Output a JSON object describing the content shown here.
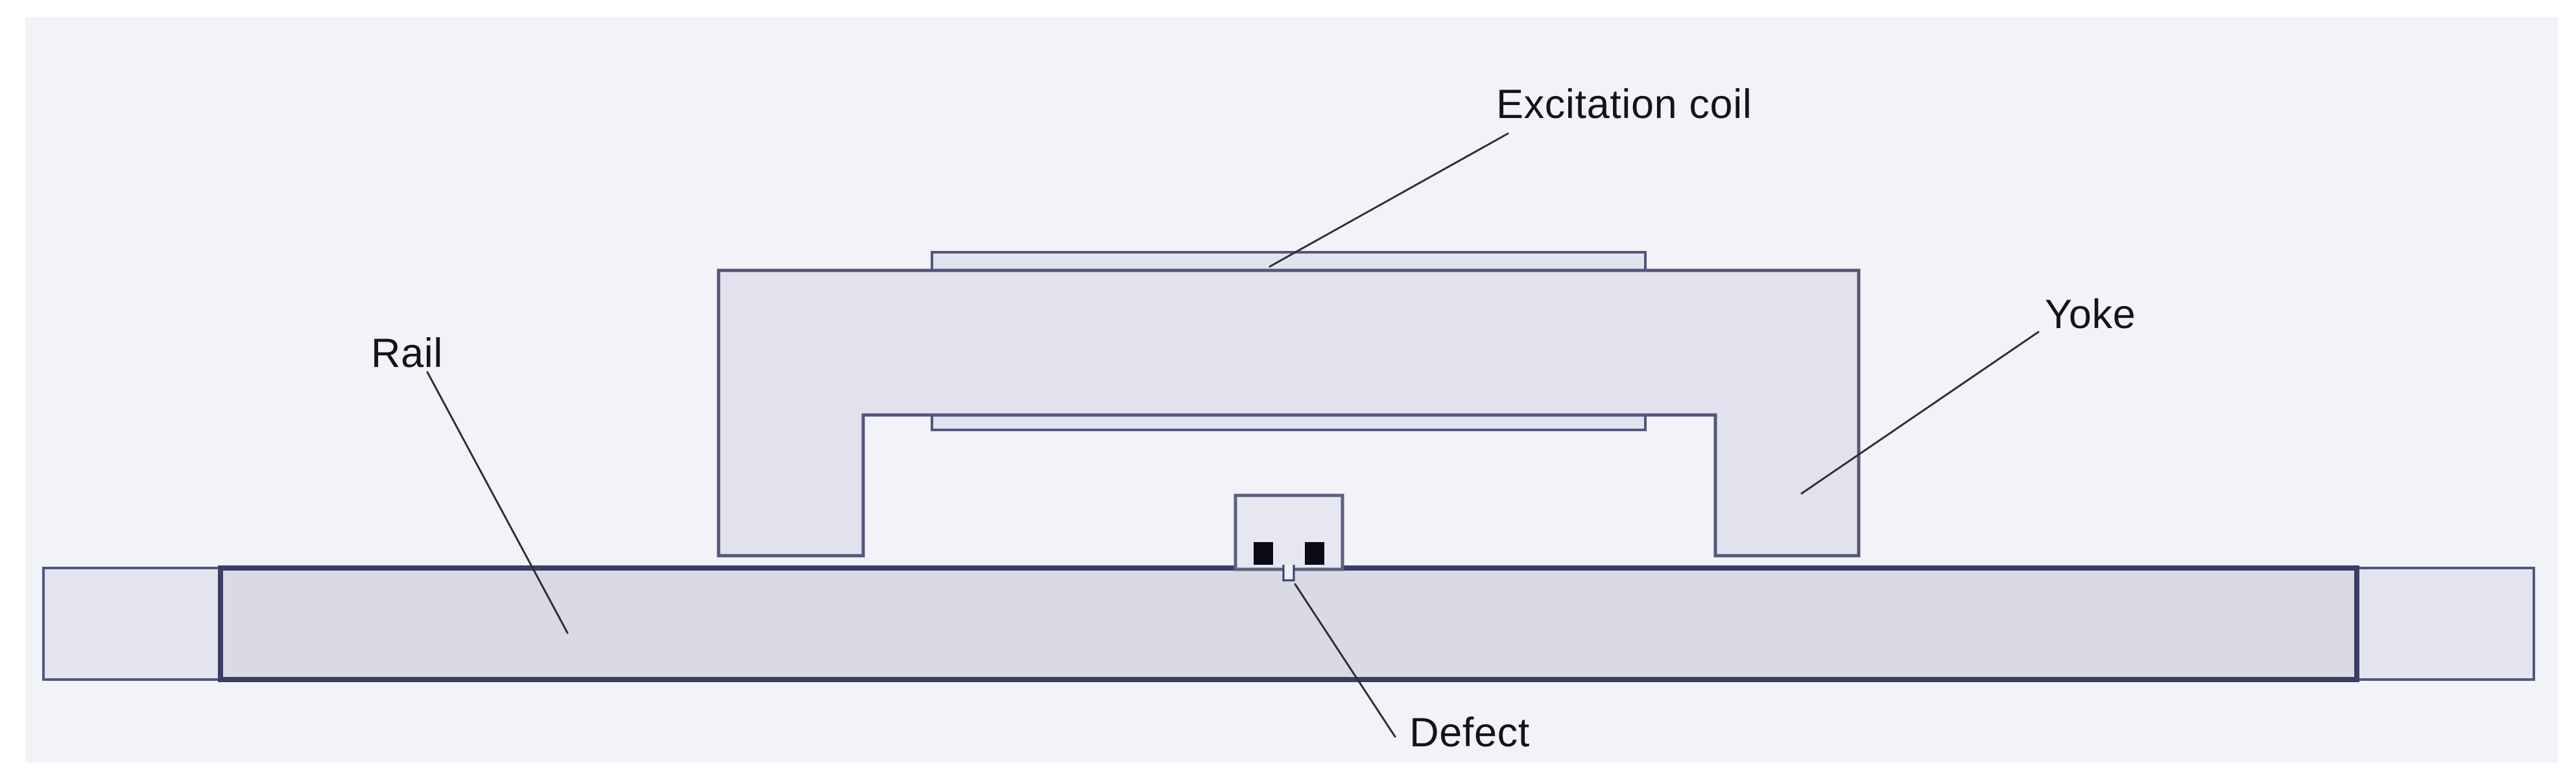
{
  "diagram": {
    "description": "Magnetic flux leakage rail inspection schematic",
    "labels": {
      "excitation_coil": "Excitation coil",
      "yoke": "Yoke",
      "rail": "Rail",
      "defect": "Defect"
    },
    "colors": {
      "page_bg": "#ffffff",
      "canvas_bg": "#f2f3f8",
      "shape_fill": "#e2e2ee",
      "coil_fill": "#e3e3ef",
      "rail_fill": "#dadae7",
      "rail_cap_fill": "#e4e4f0",
      "sensor_fill": "#e7e7f1",
      "outline": "#55557d",
      "rail_outline": "#3c3c64",
      "sensor_outline": "#5f5f7e",
      "electrode_black": "#0b0b18",
      "notch_fill": "#eeeef5",
      "leader_line": "#2e2e38",
      "label_text": "#141414"
    }
  }
}
